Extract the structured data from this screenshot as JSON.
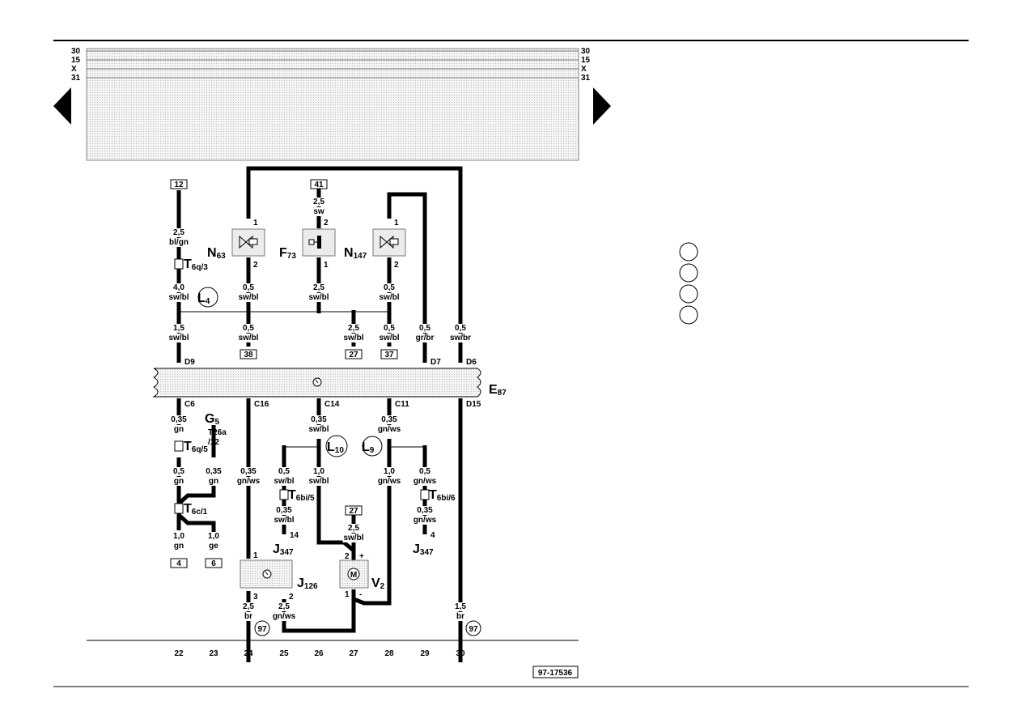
{
  "rails": {
    "left": [
      "30",
      "15",
      "X",
      "31"
    ],
    "right": [
      "30",
      "15",
      "X",
      "31"
    ]
  },
  "nav": {
    "prev": "previous-page",
    "next": "next-page"
  },
  "components": {
    "N63": {
      "main": "N",
      "sub": "63",
      "pin_top": "1",
      "pin_bottom": "2"
    },
    "F73": {
      "main": "F",
      "sub": "73",
      "pin_top": "2",
      "pin_bottom": "1"
    },
    "N147": {
      "main": "N",
      "sub": "147",
      "pin_top": "1",
      "pin_bottom": "2"
    },
    "E87": {
      "main": "E",
      "sub": "87"
    },
    "G5": {
      "main": "G",
      "sub": "5",
      "connector": "T26a",
      "pin": "/12"
    },
    "J126": {
      "main": "J",
      "sub": "126",
      "pin1": "1",
      "pin2": "2",
      "pin3": "3"
    },
    "V2": {
      "main": "V",
      "sub": "2",
      "pin_plus": "2",
      "plus": "+",
      "pin_minus": "1",
      "minus": "-",
      "symbol": "M"
    },
    "J347_a": {
      "main": "J",
      "sub": "347",
      "pin": "14"
    },
    "J347_b": {
      "main": "J",
      "sub": "347",
      "pin": "4"
    }
  },
  "connectors": {
    "T6q3": {
      "main": "T",
      "sub": "6q/3"
    },
    "T6q5": {
      "main": "T",
      "sub": "6q/5"
    },
    "T6c1": {
      "main": "T",
      "sub": "6c/1"
    },
    "T6bi5": {
      "main": "T",
      "sub": "6bi/5"
    },
    "T6bi6": {
      "main": "T",
      "sub": "6bi/6"
    }
  },
  "circles": {
    "L4": {
      "main": "L",
      "sub": "4"
    },
    "L10": {
      "main": "L",
      "sub": "10"
    },
    "L9": {
      "main": "L",
      "sub": "9"
    },
    "g97a": "97",
    "g97b": "97"
  },
  "refs": {
    "r12": "12",
    "r41": "41",
    "r38": "38",
    "r27a": "27",
    "r37": "37",
    "r4": "4",
    "r6": "6",
    "r27b": "27"
  },
  "pins": {
    "D9": "D9",
    "D7": "D7",
    "D6": "D6",
    "C6": "C6",
    "C16": "C16",
    "C14": "C14",
    "C11": "C11",
    "D15": "D15"
  },
  "wires": {
    "w12_s": "2,5",
    "w12_c": "bl/gn",
    "w41_s": "2,5",
    "w41_c": "sw",
    "a1_s": "4,0",
    "a1_c": "sw/bl",
    "a2_s": "0,5",
    "a2_c": "sw/bl",
    "a3_s": "2,5",
    "a3_c": "sw/bl",
    "a4_s": "0,5",
    "a4_c": "sw/bl",
    "b1_s": "1,5",
    "b1_c": "sw/bl",
    "b2_s": "0,5",
    "b2_c": "sw/bl",
    "b3_s": "2,5",
    "b3_c": "sw/bl",
    "b4_s": "0,5",
    "b4_c": "sw/bl",
    "b5_s": "0,5",
    "b5_c": "gr/br",
    "b6_s": "0,5",
    "b6_c": "sw/br",
    "c1_s": "0,35",
    "c1_c": "gn",
    "c2_s": "0,35",
    "c2_c": "sw/bl",
    "c3_s": "0,35",
    "c3_c": "gn/ws",
    "d1_s": "0,5",
    "d1_c": "gn",
    "d2_s": "0,35",
    "d2_c": "gn",
    "d3_s": "0,35",
    "d3_c": "gn/ws",
    "d4_s": "0,5",
    "d4_c": "sw/bl",
    "d5_s": "1,0",
    "d5_c": "sw/bl",
    "d6_s": "1,0",
    "d6_c": "gn/ws",
    "d7_s": "0,5",
    "d7_c": "gn/ws",
    "e1_s": "0,35",
    "e1_c": "sw/bl",
    "e2_s": "0,35",
    "e2_c": "gn/ws",
    "f1_s": "1,0",
    "f1_c": "gn",
    "f2_s": "1,0",
    "f2_c": "ge",
    "f3_s": "2,5",
    "f3_c": "sw/bl",
    "g1_s": "2,5",
    "g1_c": "br",
    "g2_s": "2,5",
    "g2_c": "gn/ws",
    "g3_s": "1,5",
    "g3_c": "br"
  },
  "columns": [
    "22",
    "23",
    "24",
    "25",
    "26",
    "27",
    "28",
    "29",
    "30"
  ],
  "legend_circles": 4,
  "footer_code": "97-17536"
}
